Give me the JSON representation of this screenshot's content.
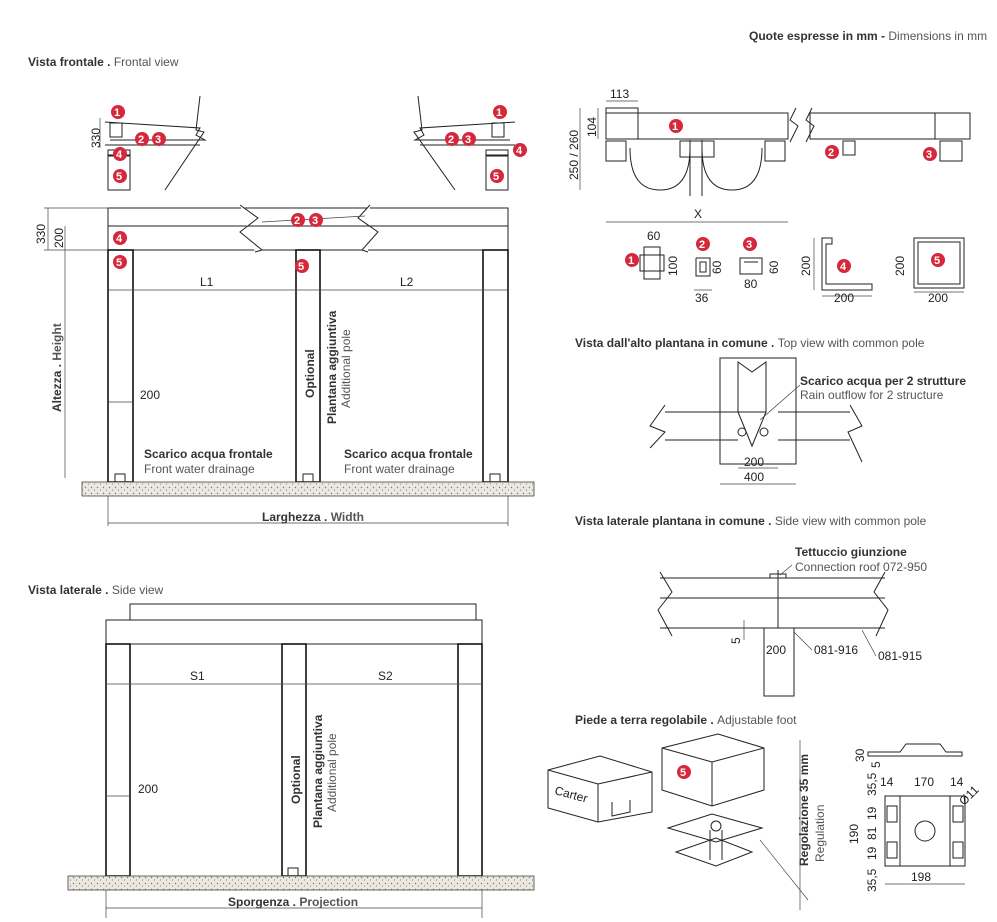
{
  "header": {
    "units_bold": "Quote espresse in mm -",
    "units_normal": "Dimensions in mm"
  },
  "front_view": {
    "title_bold": "Vista frontale .",
    "title_normal": "Frontal view",
    "dim_330_top": "330",
    "dim_330": "330",
    "dim_200": "200",
    "height_bold": "Altezza .",
    "height_normal": "Height",
    "l1": "L1",
    "l2": "L2",
    "pole_width": "200",
    "optional": "Optional",
    "additional_pole_bold": "Plantana aggiuntiva",
    "additional_pole_normal": "Additional pole",
    "drain_bold": "Scarico acqua frontale",
    "drain_normal": "Front water drainage",
    "width_bold": "Larghezza .",
    "width_normal": "Width"
  },
  "side_view": {
    "title_bold": "Vista laterale .",
    "title_normal": "Side view",
    "s1": "S1",
    "s2": "S2",
    "pole_width": "200",
    "optional": "Optional",
    "additional_pole_bold": "Plantana aggiuntiva",
    "additional_pole_normal": "Additional pole",
    "projection_bold": "Sporgenza .",
    "projection_normal": "Projection"
  },
  "section_detail": {
    "dim_113": "113",
    "dim_104": "104",
    "dim_250_260": "250 / 260",
    "dim_x": "X"
  },
  "profiles": {
    "p1_w": "60",
    "p1_h": "100",
    "p2_h": "60",
    "p2_w": "36",
    "p3_h": "60",
    "p3_w": "80",
    "p4_h": "200",
    "p4_w": "200",
    "p5_h": "200",
    "p5_w": "200"
  },
  "top_view": {
    "title_bold": "Vista dall'alto plantana in comune .",
    "title_normal": "Top view with common pole",
    "drain_bold": "Scarico acqua per 2 strutture",
    "drain_normal": "Rain outflow for 2 structure",
    "dim_200": "200",
    "dim_400": "400"
  },
  "side_common": {
    "title_bold": "Vista laterale plantana in comune .",
    "title_normal": "Side view with common pole",
    "roof_bold": "Tettuccio giunzione",
    "roof_normal": "Connection roof 072-950",
    "dim_5": "5",
    "dim_200": "200",
    "code_916": "081-916",
    "code_915": "081-915"
  },
  "foot": {
    "title_bold": "Piede a terra regolabile .",
    "title_normal": "Adjustable foot",
    "carter": "Carter",
    "reg_bold": "Regolazione 35 mm",
    "reg_normal": "Regulation",
    "dim_30": "30",
    "dim_5": "5",
    "dim_35_5_top": "35,5",
    "dim_14_a": "14",
    "dim_170": "170",
    "dim_14_b": "14",
    "dim_19_a": "19",
    "dim_81": "81",
    "dim_19_b": "19",
    "dim_190": "190",
    "dim_11": "Ø11",
    "dim_35_5_bottom": "35,5",
    "dim_198": "198"
  },
  "badges": [
    "1",
    "2",
    "3",
    "4",
    "5"
  ]
}
